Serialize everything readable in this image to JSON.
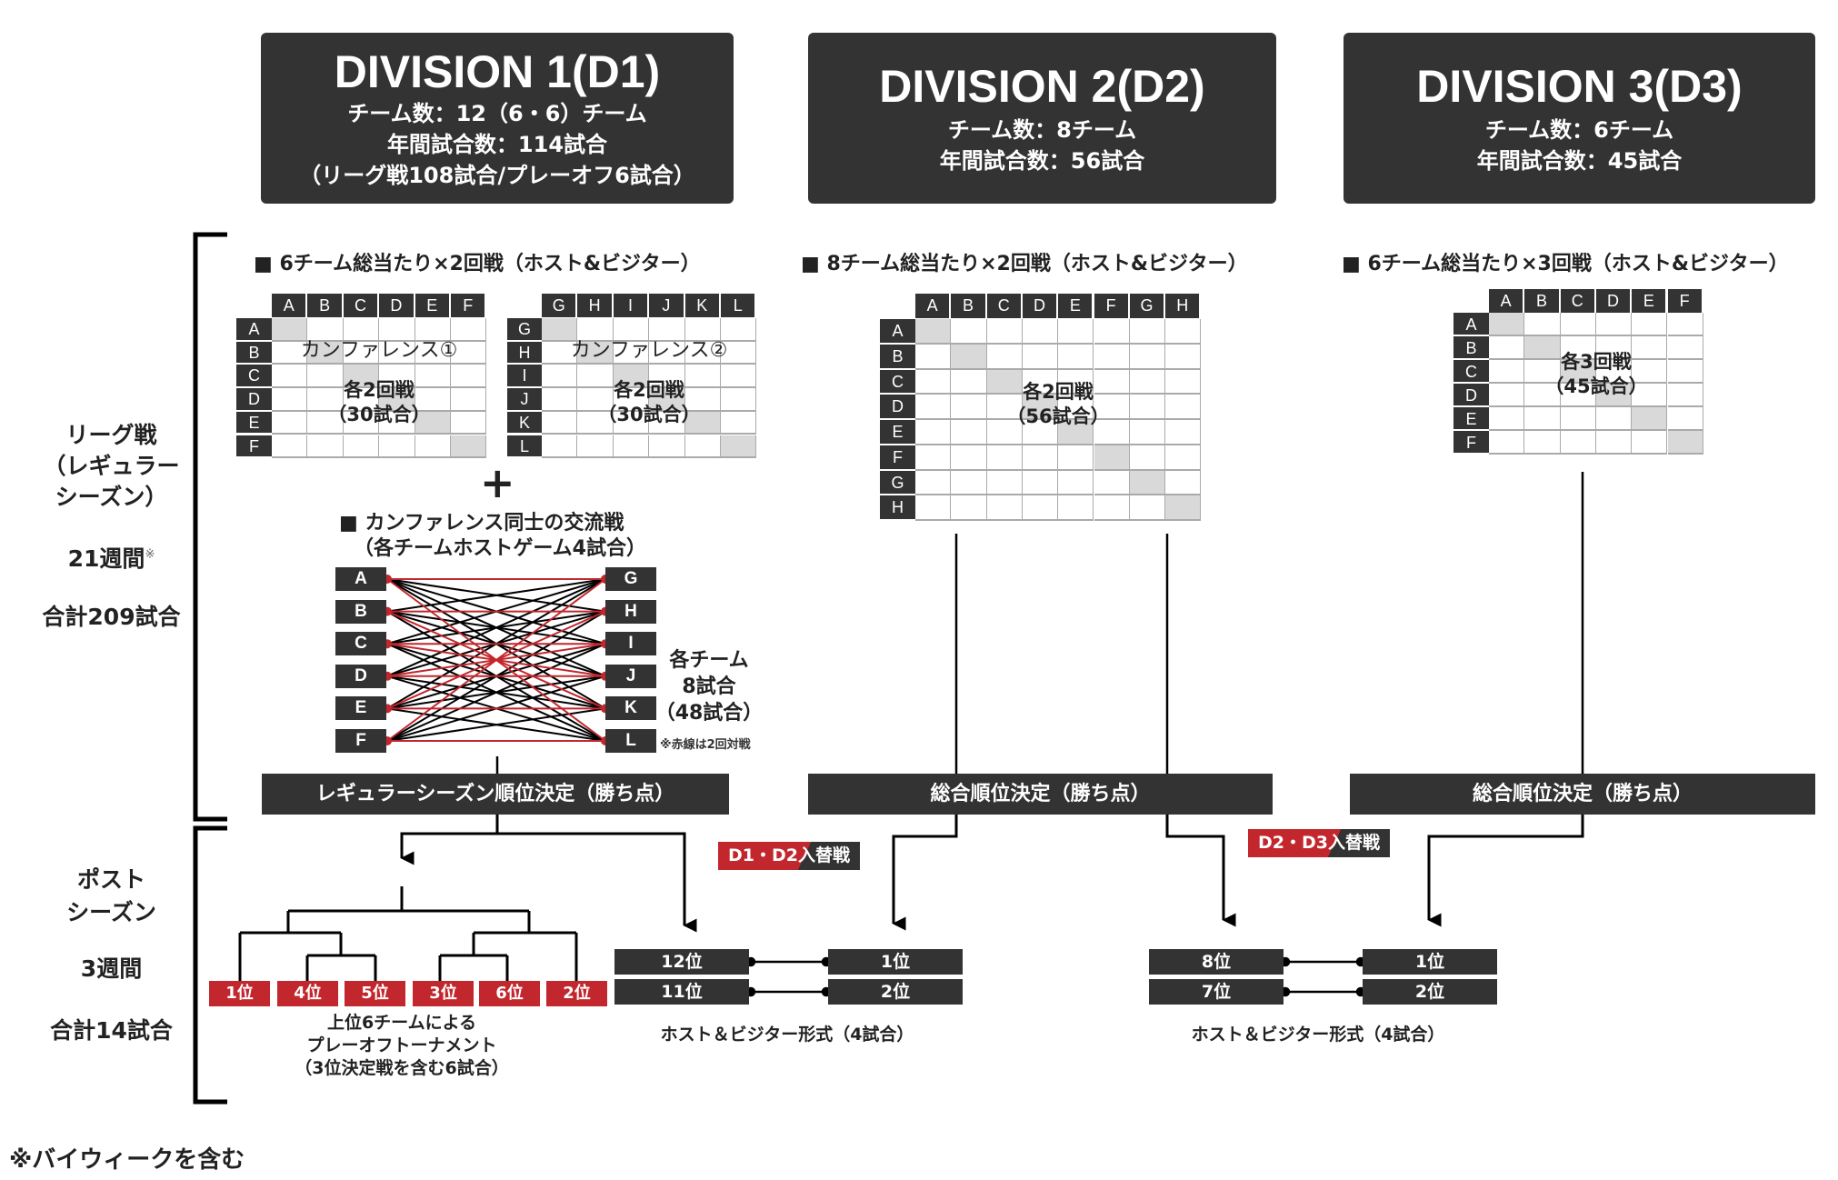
{
  "colors": {
    "dark": "#333333",
    "red": "#c1272d",
    "diag": "#d9d9d9",
    "grid": "#aaaaaa"
  },
  "sidebar": {
    "league": {
      "label": [
        "リーグ戦",
        "（レギュラー",
        "シーズン）"
      ],
      "weeks": "21週間",
      "weeks_mark": "※",
      "total": "合計209試合"
    },
    "post": {
      "label": [
        "ポスト",
        "シーズン"
      ],
      "weeks": "3週間",
      "total": "合計14試合"
    }
  },
  "footnote": "※バイウィークを含む",
  "d1": {
    "title": "DIVISION 1(D1)",
    "info": [
      "チーム数：12（6・6）チーム",
      "年間試合数：114試合",
      "（リーグ戦108試合/プレーオフ6試合）"
    ],
    "heading": "■ 6チーム総当たり×2回戦（ホスト&ビジター）",
    "conf1": {
      "teams": [
        "A",
        "B",
        "C",
        "D",
        "E",
        "F"
      ],
      "name": "カンファレンス①",
      "note": [
        "各2回戦",
        "（30試合）"
      ]
    },
    "conf2": {
      "teams": [
        "G",
        "H",
        "I",
        "J",
        "K",
        "L"
      ],
      "name": "カンファレンス②",
      "note": [
        "各2回戦",
        "（30試合）"
      ]
    },
    "plus": "+",
    "interconf": {
      "heading": "■ カンファレンス同士の交流戦",
      "sub": "（各チームホストゲーム4試合）",
      "left": [
        "A",
        "B",
        "C",
        "D",
        "E",
        "F"
      ],
      "right": [
        "G",
        "H",
        "I",
        "J",
        "K",
        "L"
      ],
      "double_pairs": [
        [
          0,
          0
        ],
        [
          0,
          5
        ],
        [
          1,
          1
        ],
        [
          1,
          4
        ],
        [
          2,
          2
        ],
        [
          2,
          3
        ],
        [
          3,
          3
        ],
        [
          3,
          2
        ],
        [
          4,
          4
        ],
        [
          4,
          1
        ],
        [
          5,
          5
        ],
        [
          5,
          0
        ]
      ],
      "note": [
        "各チーム",
        "8試合",
        "（48試合）"
      ],
      "footnote": "※赤線は2回対戦"
    },
    "bar": "レギュラーシーズン順位決定（勝ち点）",
    "playoff": {
      "seeds": [
        "1位",
        "4位",
        "5位",
        "3位",
        "6位",
        "2位"
      ],
      "caption": [
        "上位6チームによる",
        "プレーオフトーナメント",
        "（3位決定戦を含む6試合）"
      ]
    }
  },
  "d2": {
    "title": "DIVISION 2(D2)",
    "info": [
      "チーム数：8チーム",
      "年間試合数：56試合"
    ],
    "heading": "■ 8チーム総当たり×2回戦（ホスト&ビジター）",
    "matrix": {
      "teams": [
        "A",
        "B",
        "C",
        "D",
        "E",
        "F",
        "G",
        "H"
      ],
      "note": [
        "各2回戦",
        "（56試合）"
      ]
    },
    "bar": "総合順位決定（勝ち点）"
  },
  "d3": {
    "title": "DIVISION 3(D3)",
    "info": [
      "チーム数：6チーム",
      "年間試合数：45試合"
    ],
    "heading": "■ 6チーム総当たり×3回戦（ホスト&ビジター）",
    "matrix": {
      "teams": [
        "A",
        "B",
        "C",
        "D",
        "E",
        "F"
      ],
      "note": [
        "各3回戦",
        "（45試合）"
      ]
    },
    "bar": "総合順位決定（勝ち点）"
  },
  "relegation": [
    {
      "badge": "D1・D2入替戦",
      "upper": [
        "12位",
        "11位"
      ],
      "lower": [
        "1位",
        "2位"
      ],
      "caption": "ホスト＆ビジター形式（4試合）"
    },
    {
      "badge": "D2・D3入替戦",
      "upper": [
        "8位",
        "7位"
      ],
      "lower": [
        "1位",
        "2位"
      ],
      "caption": "ホスト＆ビジター形式（4試合）"
    }
  ]
}
